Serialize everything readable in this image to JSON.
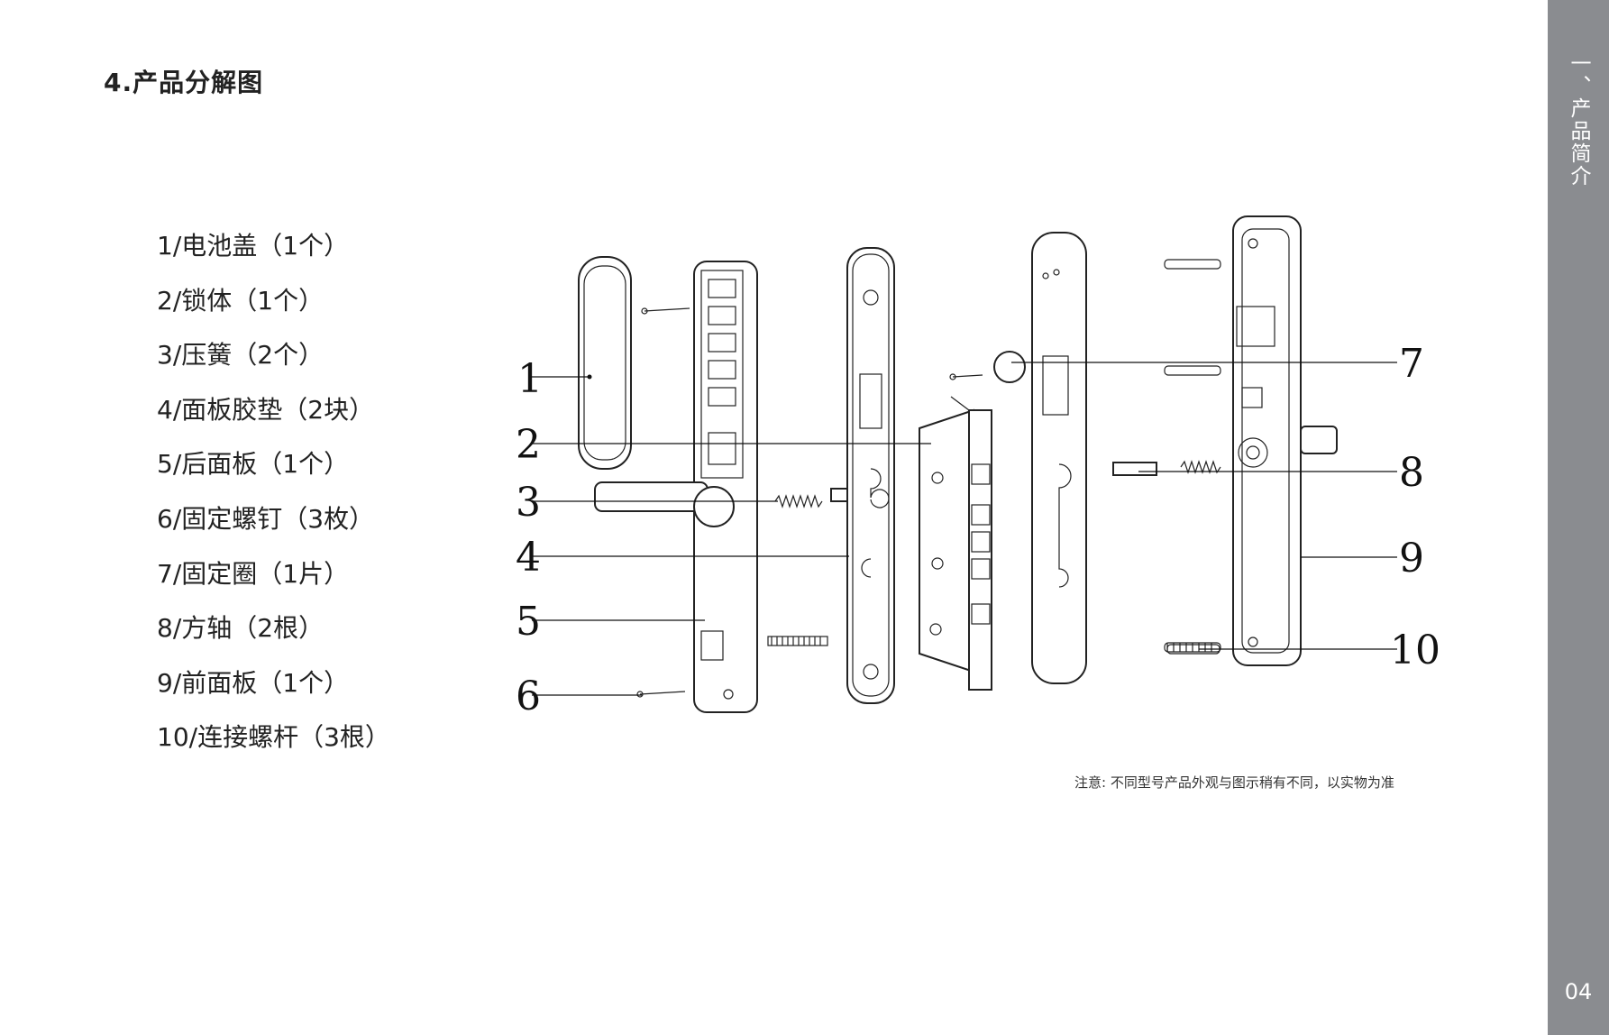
{
  "section_title": "4.产品分解图",
  "parts": [
    "1/电池盖（1个）",
    "2/锁体（1个）",
    "3/压簧（2个）",
    "4/面板胶垫（2块）",
    "5/后面板（1个）",
    "6/固定螺钉（3枚）",
    "7/固定圈（1片）",
    "8/方轴（2根）",
    "9/前面板（1个）",
    "10/连接螺杆（3根）"
  ],
  "callouts": [
    "1",
    "2",
    "3",
    "4",
    "5",
    "6",
    "7",
    "8",
    "9",
    "10"
  ],
  "note": "注意: 不同型号产品外观与图示稍有不同，以实物为准",
  "sidebar": {
    "title": "一、产品简介",
    "page_number": "04"
  }
}
